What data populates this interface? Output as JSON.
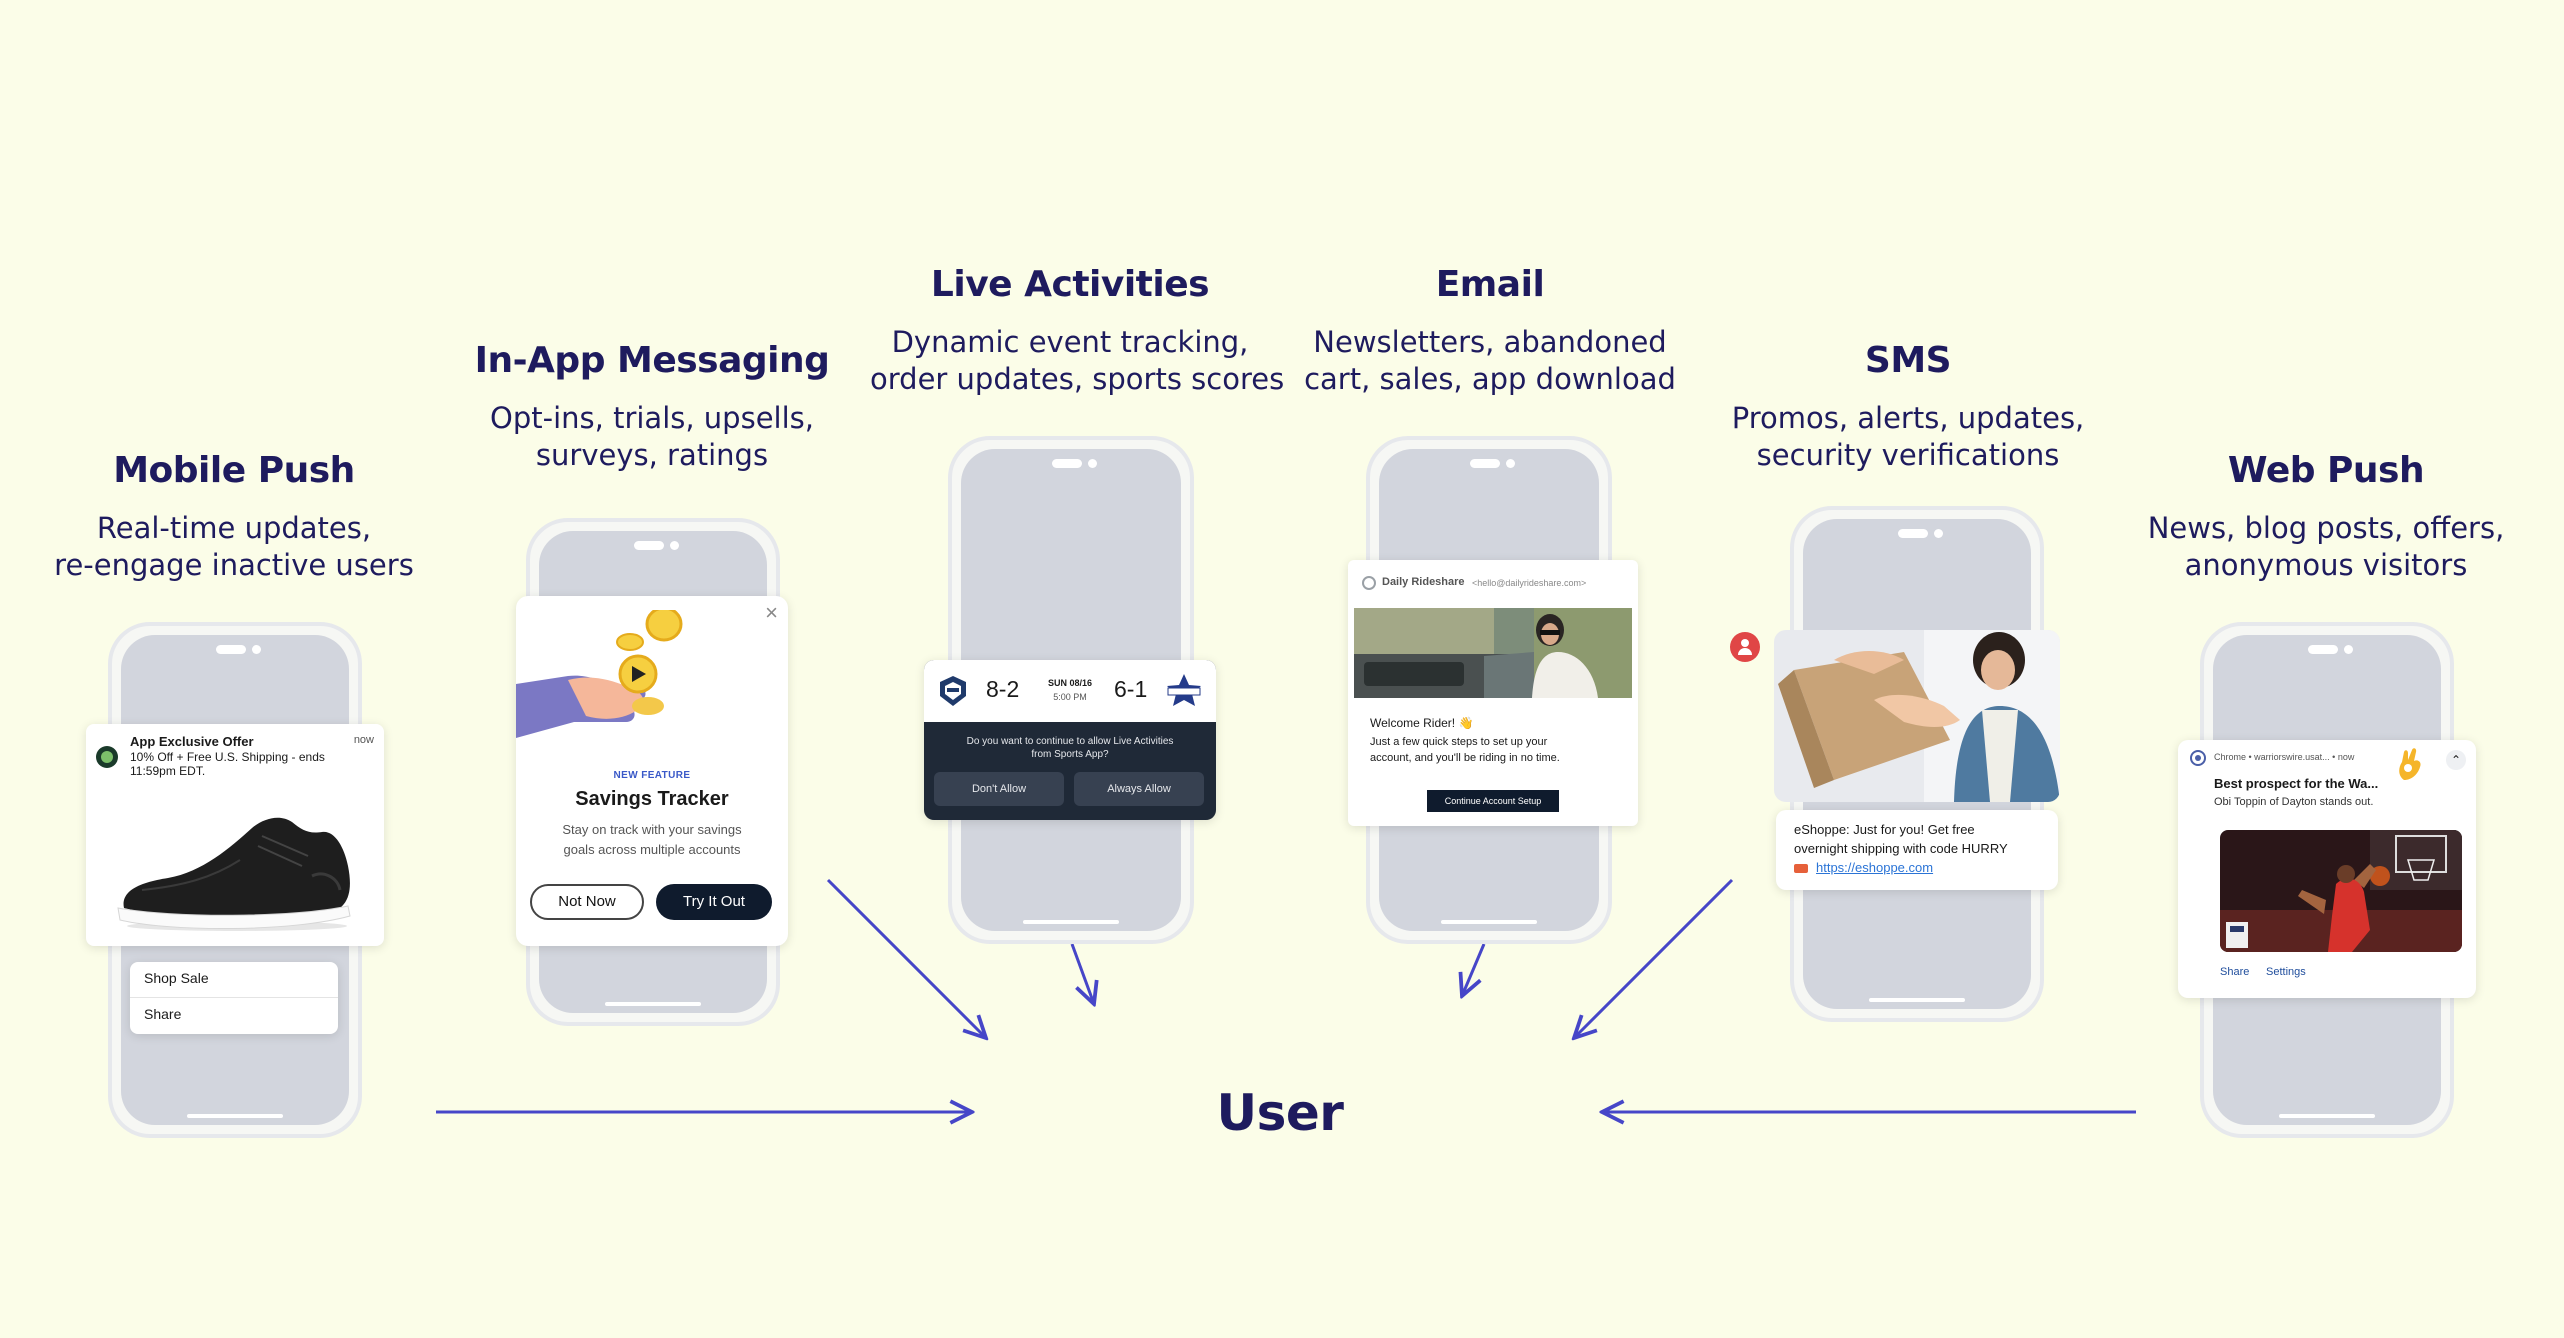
{
  "user_label": "User",
  "channels": {
    "mobile_push": {
      "title": "Mobile Push",
      "subtitle_1": "Real-time updates,",
      "subtitle_2": "re-engage inactive users",
      "notif_title": "App Exclusive Offer",
      "notif_time": "now",
      "notif_line1": "10% Off + Free U.S. Shipping - ends",
      "notif_line2": "11:59pm EDT.",
      "action_1": "Shop Sale",
      "action_2": "Share"
    },
    "in_app": {
      "title": "In-App Messaging",
      "subtitle_1": "Opt-ins, trials, upsells,",
      "subtitle_2": "surveys, ratings",
      "tag": "NEW FEATURE",
      "card_title": "Savings Tracker",
      "body_1": "Stay on track with your savings",
      "body_2": "goals across multiple accounts",
      "btn_secondary": "Not Now",
      "btn_primary": "Try It Out",
      "close": "×"
    },
    "live": {
      "title": "Live Activities",
      "subtitle_1": "Dynamic event tracking,",
      "subtitle_2": "order updates, sports scores",
      "score_left": "8-2",
      "score_right": "6-1",
      "game_date": "SUN 08/16",
      "game_time": "5:00 PM",
      "prompt_1": "Do you want to continue to allow Live Activities",
      "prompt_2": "from Sports App?",
      "btn_deny": "Don't Allow",
      "btn_allow": "Always Allow"
    },
    "email": {
      "title": "Email",
      "subtitle_1": "Newsletters, abandoned",
      "subtitle_2": "cart, sales, app download",
      "sender": "Daily Rideshare",
      "sender_addr": "<hello@dailyrideshare.com>",
      "greeting": "Welcome Rider! 👋",
      "body_1": "Just a few quick steps to set up your",
      "body_2": "account, and you'll be riding in no time.",
      "cta": "Continue Account Setup"
    },
    "sms": {
      "title": "SMS",
      "subtitle_1": "Promos, alerts, updates,",
      "subtitle_2": "security verifications",
      "msg_1": "eShoppe: Just for you! Get free",
      "msg_2": "overnight shipping with code HURRY",
      "link": "https://eshoppe.com"
    },
    "web_push": {
      "title": "Web Push",
      "subtitle_1": "News, blog posts, offers,",
      "subtitle_2": "anonymous visitors",
      "source": "Chrome • warriorswire.usat... • now",
      "headline": "Best prospect for the Wa...",
      "snippet": "Obi Toppin of Dayton stands out.",
      "action_1": "Share",
      "action_2": "Settings"
    }
  },
  "colors": {
    "background": "#fbfde8",
    "heading": "#1e1b5e",
    "arrow": "#4646c8",
    "button_dark": "#0f1b2d"
  }
}
